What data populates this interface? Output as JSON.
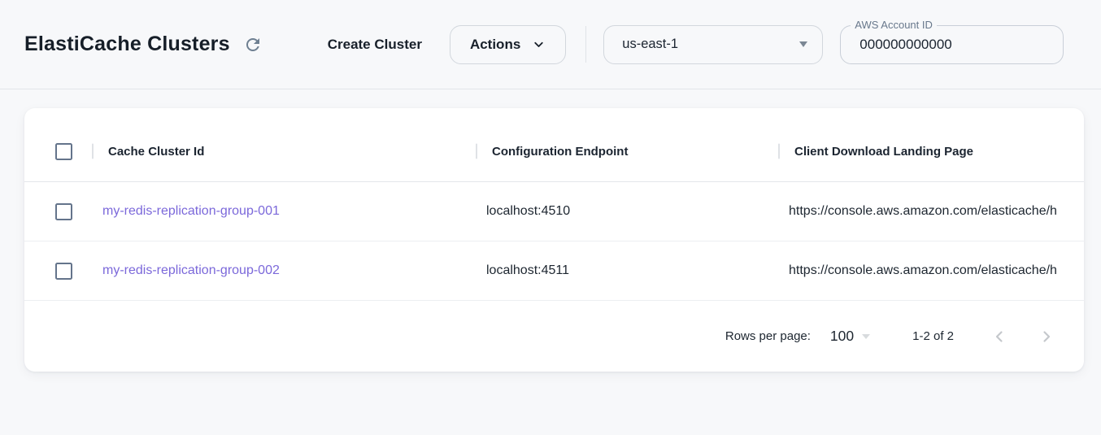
{
  "colors": {
    "accent_link": "#7b68da",
    "page_background": "#f7f8fa",
    "checkbox_border": "#64748b",
    "icon_gray": "#6e7f91",
    "disabled_chevron": "#c5c8cc"
  },
  "header": {
    "title": "ElastiCache Clusters",
    "refresh_icon": "refresh-icon",
    "create_cluster_label": "Create Cluster",
    "actions": {
      "label": "Actions",
      "icon": "chevron-down-icon"
    },
    "region_select": {
      "value": "us-east-1",
      "icon": "caret-down-icon"
    },
    "account_field": {
      "label": "AWS Account ID",
      "value": "000000000000"
    }
  },
  "table": {
    "columns": [
      "Cache Cluster Id",
      "Configuration Endpoint",
      "Client Download Landing Page"
    ],
    "rows": [
      {
        "cache_cluster_id": "my-redis-replication-group-001",
        "configuration_endpoint": "localhost:4510",
        "client_download_landing_page": "https://console.aws.amazon.com/elasticache/h"
      },
      {
        "cache_cluster_id": "my-redis-replication-group-002",
        "configuration_endpoint": "localhost:4511",
        "client_download_landing_page": "https://console.aws.amazon.com/elasticache/h"
      }
    ]
  },
  "pagination": {
    "rows_per_page_label": "Rows per page:",
    "rows_per_page_value": "100",
    "range_label": "1-2 of 2"
  }
}
